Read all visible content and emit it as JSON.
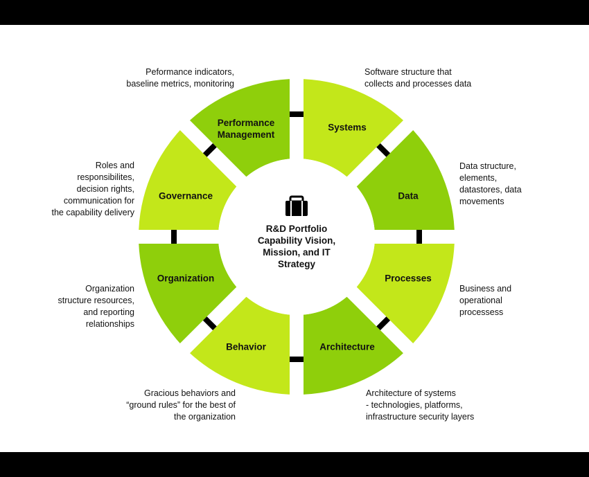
{
  "colors": {
    "light": "#C3E71A",
    "dark": "#8FCF0B",
    "connector": "#000000"
  },
  "center": {
    "icon": "briefcase-icon",
    "title": "R&D Portfolio\nCapability Vision,\nMission, and IT\nStrategy"
  },
  "segments": [
    {
      "label": "Systems",
      "shade": "light",
      "description": "Software structure that\ncollects and processes data"
    },
    {
      "label": "Data",
      "shade": "dark",
      "description": "Data structure,\nelements,\ndatastores, data\nmovements"
    },
    {
      "label": "Processes",
      "shade": "light",
      "description": "Business and\noperational\nprocessess"
    },
    {
      "label": "Architecture",
      "shade": "dark",
      "description": "Architecture of systems\n- technologies, platforms,\ninfrastructure security layers"
    },
    {
      "label": "Behavior",
      "shade": "light",
      "description": "Gracious behaviors and\n“ground rules” for the best of\nthe organization"
    },
    {
      "label": "Organization",
      "shade": "dark",
      "description": "Organization\nstructure resources,\nand reporting\nrelationships"
    },
    {
      "label": "Governance",
      "shade": "light",
      "description": "Roles and\nresponsibilites,\ndecision rights,\ncommunication for\nthe capability delivery"
    },
    {
      "label": "Performance\nManagement",
      "shade": "dark",
      "description": "Peformance indicators,\nbaseline metrics, monitoring"
    }
  ]
}
